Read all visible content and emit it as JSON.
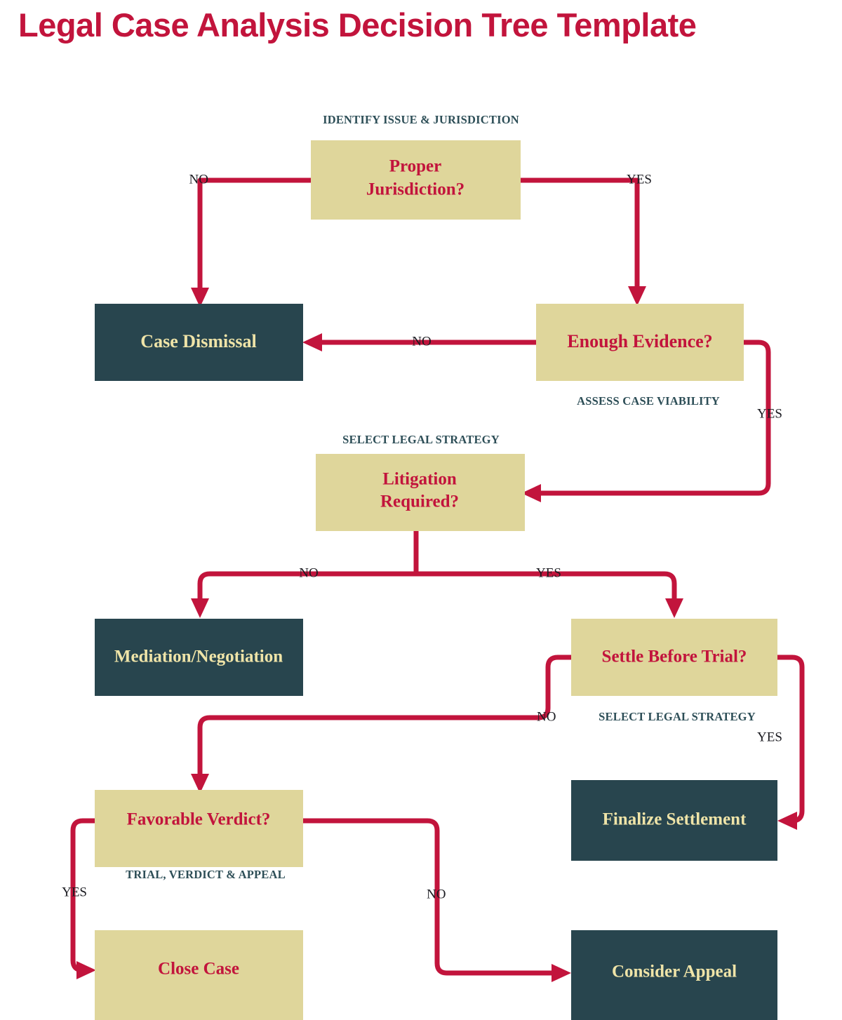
{
  "page": {
    "title": "Legal Case Analysis Decision Tree Template",
    "background_color": "#FFFFFF"
  },
  "theme": {
    "accent_crimson": "#C2143C",
    "decision_fill": "#DFD69B",
    "terminal_dark_fill": "#28454E",
    "terminal_dark_text": "#EFE4A8",
    "stage_label_color": "#2D4E57",
    "edge_label_color": "#1B1B21"
  },
  "chart_data": {
    "type": "diagram",
    "diagram_kind": "decision-tree-flowchart",
    "title": "Legal Case Analysis Decision Tree Template",
    "nodes": [
      {
        "id": "proper_jurisdiction",
        "label": "Proper Jurisdiction?",
        "kind": "decision",
        "style": "light"
      },
      {
        "id": "case_dismissal",
        "label": "Case Dismissal",
        "kind": "terminal",
        "style": "dark"
      },
      {
        "id": "enough_evidence",
        "label": "Enough Evidence?",
        "kind": "decision",
        "style": "light"
      },
      {
        "id": "litigation_required",
        "label": "Litigation Required?",
        "kind": "decision",
        "style": "light"
      },
      {
        "id": "mediation_negotiation",
        "label": "Mediation/Negotiation",
        "kind": "terminal",
        "style": "dark"
      },
      {
        "id": "settle_before_trial",
        "label": "Settle Before Trial?",
        "kind": "decision",
        "style": "light"
      },
      {
        "id": "finalize_settlement",
        "label": "Finalize Settlement",
        "kind": "terminal",
        "style": "dark"
      },
      {
        "id": "favorable_verdict",
        "label": "Favorable Verdict?",
        "kind": "decision",
        "style": "light"
      },
      {
        "id": "close_case",
        "label": "Close Case",
        "kind": "terminal",
        "style": "light"
      },
      {
        "id": "consider_appeal",
        "label": "Consider Appeal",
        "kind": "terminal",
        "style": "dark"
      }
    ],
    "stage_labels": [
      {
        "id": "stage_identify",
        "text": "IDENTIFY ISSUE & JURISDICTION",
        "for_node": "proper_jurisdiction",
        "position": "above"
      },
      {
        "id": "stage_assess",
        "text": "ASSESS CASE VIABILITY",
        "for_node": "enough_evidence",
        "position": "below"
      },
      {
        "id": "stage_strategy_1",
        "text": "SELECT LEGAL STRATEGY",
        "for_node": "litigation_required",
        "position": "above"
      },
      {
        "id": "stage_strategy_2",
        "text": "SELECT LEGAL STRATEGY",
        "for_node": "settle_before_trial",
        "position": "below"
      },
      {
        "id": "stage_trial",
        "text": "TRIAL, VERDICT & APPEAL",
        "for_node": "favorable_verdict",
        "position": "below"
      }
    ],
    "edges": [
      {
        "id": "edge_jur_no",
        "from": "proper_jurisdiction",
        "to": "case_dismissal",
        "label": "NO"
      },
      {
        "id": "edge_jur_yes",
        "from": "proper_jurisdiction",
        "to": "enough_evidence",
        "label": "YES"
      },
      {
        "id": "edge_evid_no",
        "from": "enough_evidence",
        "to": "case_dismissal",
        "label": "NO"
      },
      {
        "id": "edge_evid_yes",
        "from": "enough_evidence",
        "to": "litigation_required",
        "label": "YES"
      },
      {
        "id": "edge_lit_no",
        "from": "litigation_required",
        "to": "mediation_negotiation",
        "label": "NO"
      },
      {
        "id": "edge_lit_yes",
        "from": "litigation_required",
        "to": "settle_before_trial",
        "label": "YES"
      },
      {
        "id": "edge_settle_no",
        "from": "settle_before_trial",
        "to": "favorable_verdict",
        "label": "NO"
      },
      {
        "id": "edge_settle_yes",
        "from": "settle_before_trial",
        "to": "finalize_settlement",
        "label": "YES"
      },
      {
        "id": "edge_verdict_yes",
        "from": "favorable_verdict",
        "to": "close_case",
        "label": "YES"
      },
      {
        "id": "edge_verdict_no",
        "from": "favorable_verdict",
        "to": "consider_appeal",
        "label": "NO"
      }
    ]
  }
}
